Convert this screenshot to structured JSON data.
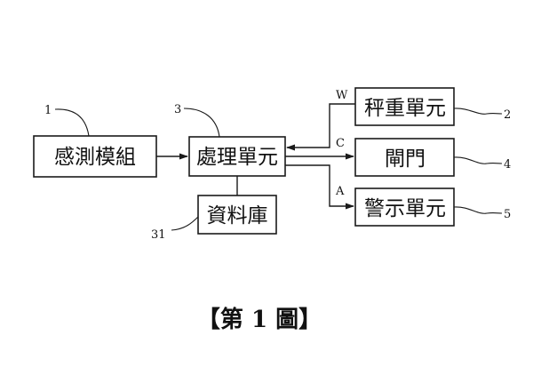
{
  "blocks": {
    "sensing_module": {
      "label": "感測模組",
      "ref": "1"
    },
    "processing_unit": {
      "label": "處理單元",
      "ref": "3"
    },
    "database": {
      "label": "資料庫",
      "ref": "31"
    },
    "weighing_unit": {
      "label": "秤重單元",
      "ref": "2"
    },
    "door": {
      "label": "閘門",
      "ref": "4"
    },
    "alarm_unit": {
      "label": "警示單元",
      "ref": "5"
    }
  },
  "signals": {
    "weight": "W",
    "control": "C",
    "alarm": "A"
  },
  "caption": "【第 1 圖】"
}
